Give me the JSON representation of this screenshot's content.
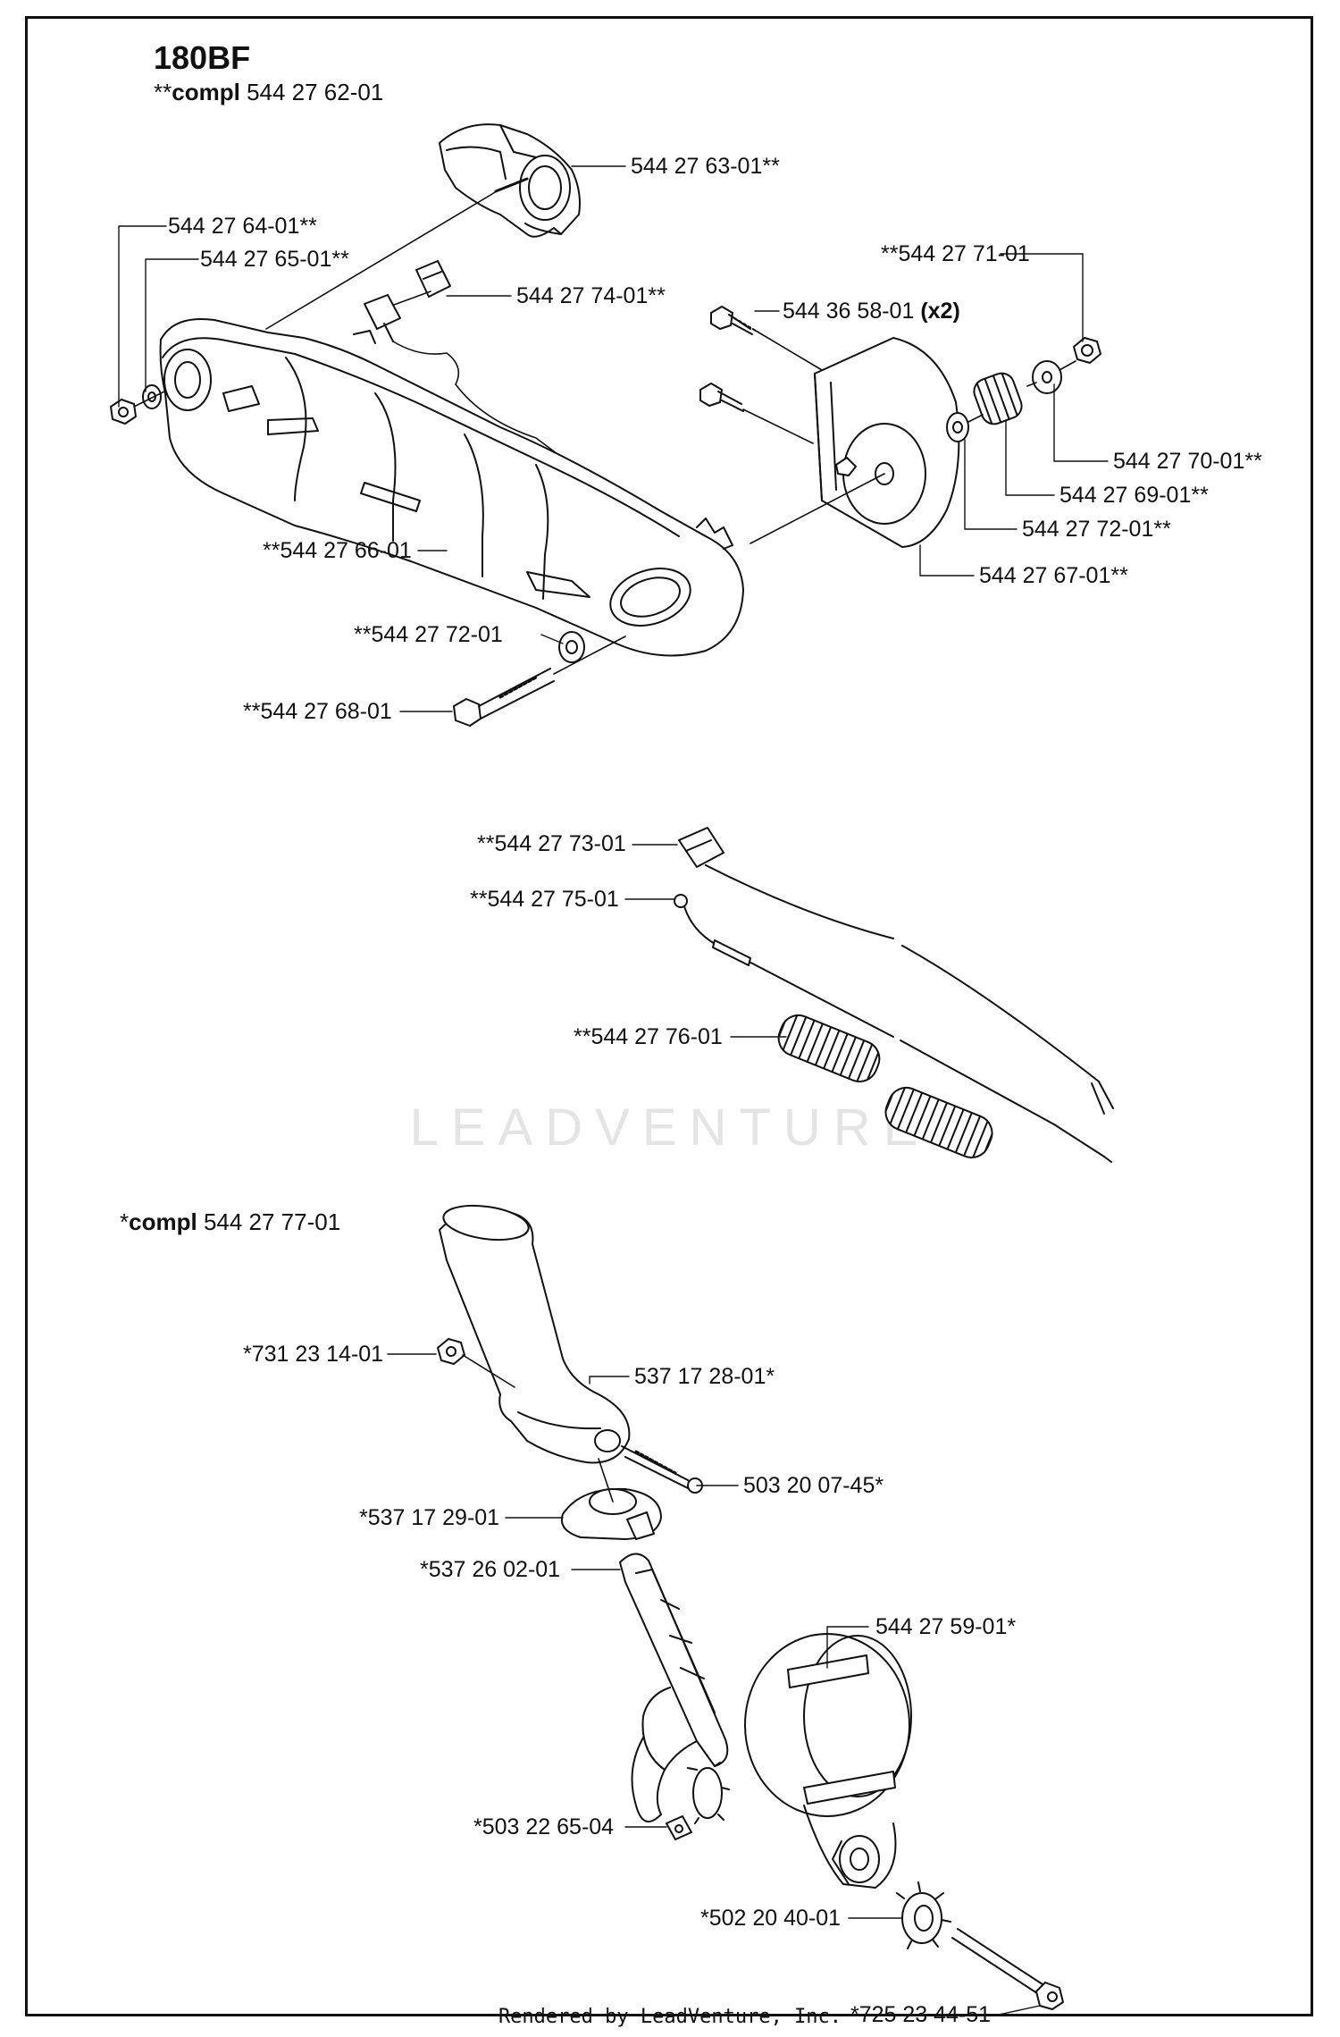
{
  "diagram": {
    "model": "180BF",
    "top_assembly": {
      "prefix": "**",
      "word": "compl",
      "number": "544 27 62-01"
    },
    "bottom_assembly": {
      "prefix": "*",
      "word": "compl",
      "number": "544 27 77-01"
    },
    "parts": {
      "p63": "544 27 63-01**",
      "p64": "544 27 64-01**",
      "p65": "544 27 65-01**",
      "p74": "544 27 74-01**",
      "p71": "**544 27 71-01",
      "p58": "544 36 58-01",
      "p58_qty": "(x2)",
      "p70": "544 27 70-01**",
      "p69": "544 27 69-01**",
      "p72a": "544 27 72-01**",
      "p67": "544 27 67-01**",
      "p66": "**544 27 66-01",
      "p72b": "**544 27 72-01",
      "p68": "**544 27 68-01",
      "p73": "**544 27 73-01",
      "p75": "**544 27 75-01",
      "p76": "**544 27 76-01",
      "p731": "*731 23 14-01",
      "p537_28": "537 17 28-01*",
      "p503_07": "503 20 07-45*",
      "p537_29": "*537 17 29-01",
      "p537_26": "*537 26 02-01",
      "p544_59": "544 27 59-01*",
      "p503_22": "*503 22 65-04",
      "p502": "*502 20 40-01",
      "p725": "*725 23 44-51"
    },
    "watermark": "LEADVENTURE",
    "footer": "Rendered by LeadVenture, Inc."
  }
}
